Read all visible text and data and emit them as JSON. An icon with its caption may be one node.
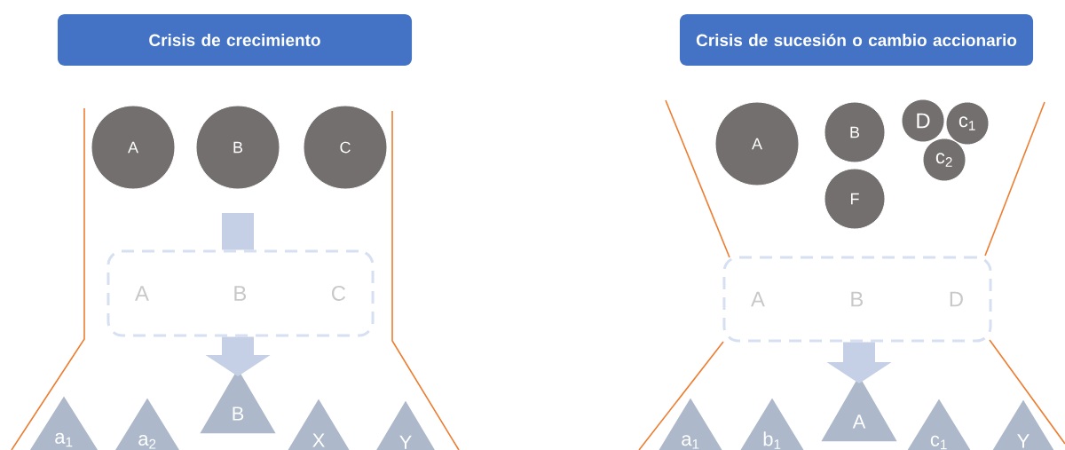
{
  "diagram": {
    "nodes": [
      {
        "text": [
          "Crisis de crecimiento"
        ]
      },
      {
        "text": [
          "A"
        ]
      },
      {
        "text": [
          "B"
        ]
      },
      {
        "text": [
          "C"
        ]
      },
      {
        "text": [
          "A",
          "B",
          "C"
        ]
      },
      {
        "text": [
          "a$_{1}$"
        ]
      },
      {
        "text": [
          "a$_{2}$"
        ]
      },
      {
        "text": [
          "B"
        ]
      },
      {
        "text": [
          "X"
        ]
      },
      {
        "text": [
          "Y"
        ]
      },
      {
        "text": [
          "Crisis de sucesión o cambio accionario"
        ]
      },
      {
        "text": [
          "A"
        ]
      },
      {
        "text": [
          "B"
        ]
      },
      {
        "text": [
          "D"
        ]
      },
      {
        "text": [
          "c$_{1}$"
        ]
      },
      {
        "text": [
          "c$_{2}$"
        ]
      },
      {
        "text": [
          "F"
        ]
      },
      {
        "text": [
          "A",
          "B",
          "D"
        ]
      },
      {
        "text": [
          "a$_{1}$"
        ]
      },
      {
        "text": [
          "b$_{1}$"
        ]
      },
      {
        "text": [
          "A"
        ]
      },
      {
        "text": [
          "c$_{1}$"
        ]
      },
      {
        "text": [
          "Y"
        ]
      }
    ],
    "edges": [
      {
        "from": null,
        "to": 4,
        "arrow": "none"
      },
      {
        "from": 4,
        "to": 7,
        "arrow": "to"
      },
      {
        "from": 17,
        "to": 20,
        "arrow": "to"
      }
    ]
  }
}
